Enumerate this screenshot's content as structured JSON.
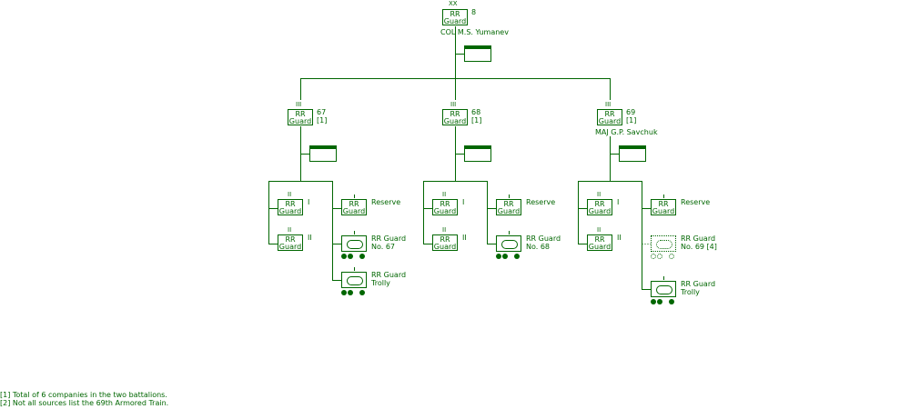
{
  "division": {
    "line1": "RR",
    "line2": "Guard",
    "echelon": "XX",
    "number": "8",
    "commander": "COL M.S. Yumanev"
  },
  "regiments": [
    {
      "number": "67",
      "note": "[1]",
      "commander": "",
      "echelon": "III",
      "line1": "RR",
      "line2": "Guard",
      "battalions": [
        {
          "numeral": "I",
          "line1": "RR",
          "line2": "Guard",
          "echelon": "II"
        },
        {
          "numeral": "II",
          "line1": "RR",
          "line2": "Guard",
          "echelon": "II"
        }
      ],
      "reserve": {
        "line1": "RR",
        "line2": "Guard",
        "label": "Reserve"
      },
      "train": {
        "label1": "RR Guard",
        "label2": "No. 67"
      },
      "trolly": {
        "label1": "RR Guard",
        "label2": "Trolly"
      }
    },
    {
      "number": "68",
      "note": "[1]",
      "commander": "",
      "echelon": "III",
      "line1": "RR",
      "line2": "Guard",
      "battalions": [
        {
          "numeral": "I",
          "line1": "RR",
          "line2": "Guard",
          "echelon": "II"
        },
        {
          "numeral": "II",
          "line1": "RR",
          "line2": "Guard",
          "echelon": "II"
        }
      ],
      "reserve": {
        "line1": "RR",
        "line2": "Guard",
        "label": "Reserve"
      },
      "train": {
        "label1": "RR Guard",
        "label2": "No. 68"
      }
    },
    {
      "number": "69",
      "note": "[1]",
      "commander": "MAJ G.P. Savchuk",
      "echelon": "III",
      "line1": "RR",
      "line2": "Guard",
      "battalions": [
        {
          "numeral": "I",
          "line1": "RR",
          "line2": "Guard",
          "echelon": "II"
        },
        {
          "numeral": "II",
          "line1": "RR",
          "line2": "Guard",
          "echelon": "II"
        }
      ],
      "reserve": {
        "line1": "RR",
        "line2": "Guard",
        "label": "Reserve"
      },
      "train": {
        "label1": "RR Guard",
        "label2": "No. 69 [4]"
      },
      "trolly": {
        "label1": "RR Guard",
        "label2": "Trolly"
      }
    }
  ],
  "footnotes": [
    "[1] Total of 6 companies in the two battalions.",
    "[2] Not all sources list the 69th Armored Train."
  ],
  "colors": {
    "line": "#006600",
    "background": "#ffffff"
  }
}
